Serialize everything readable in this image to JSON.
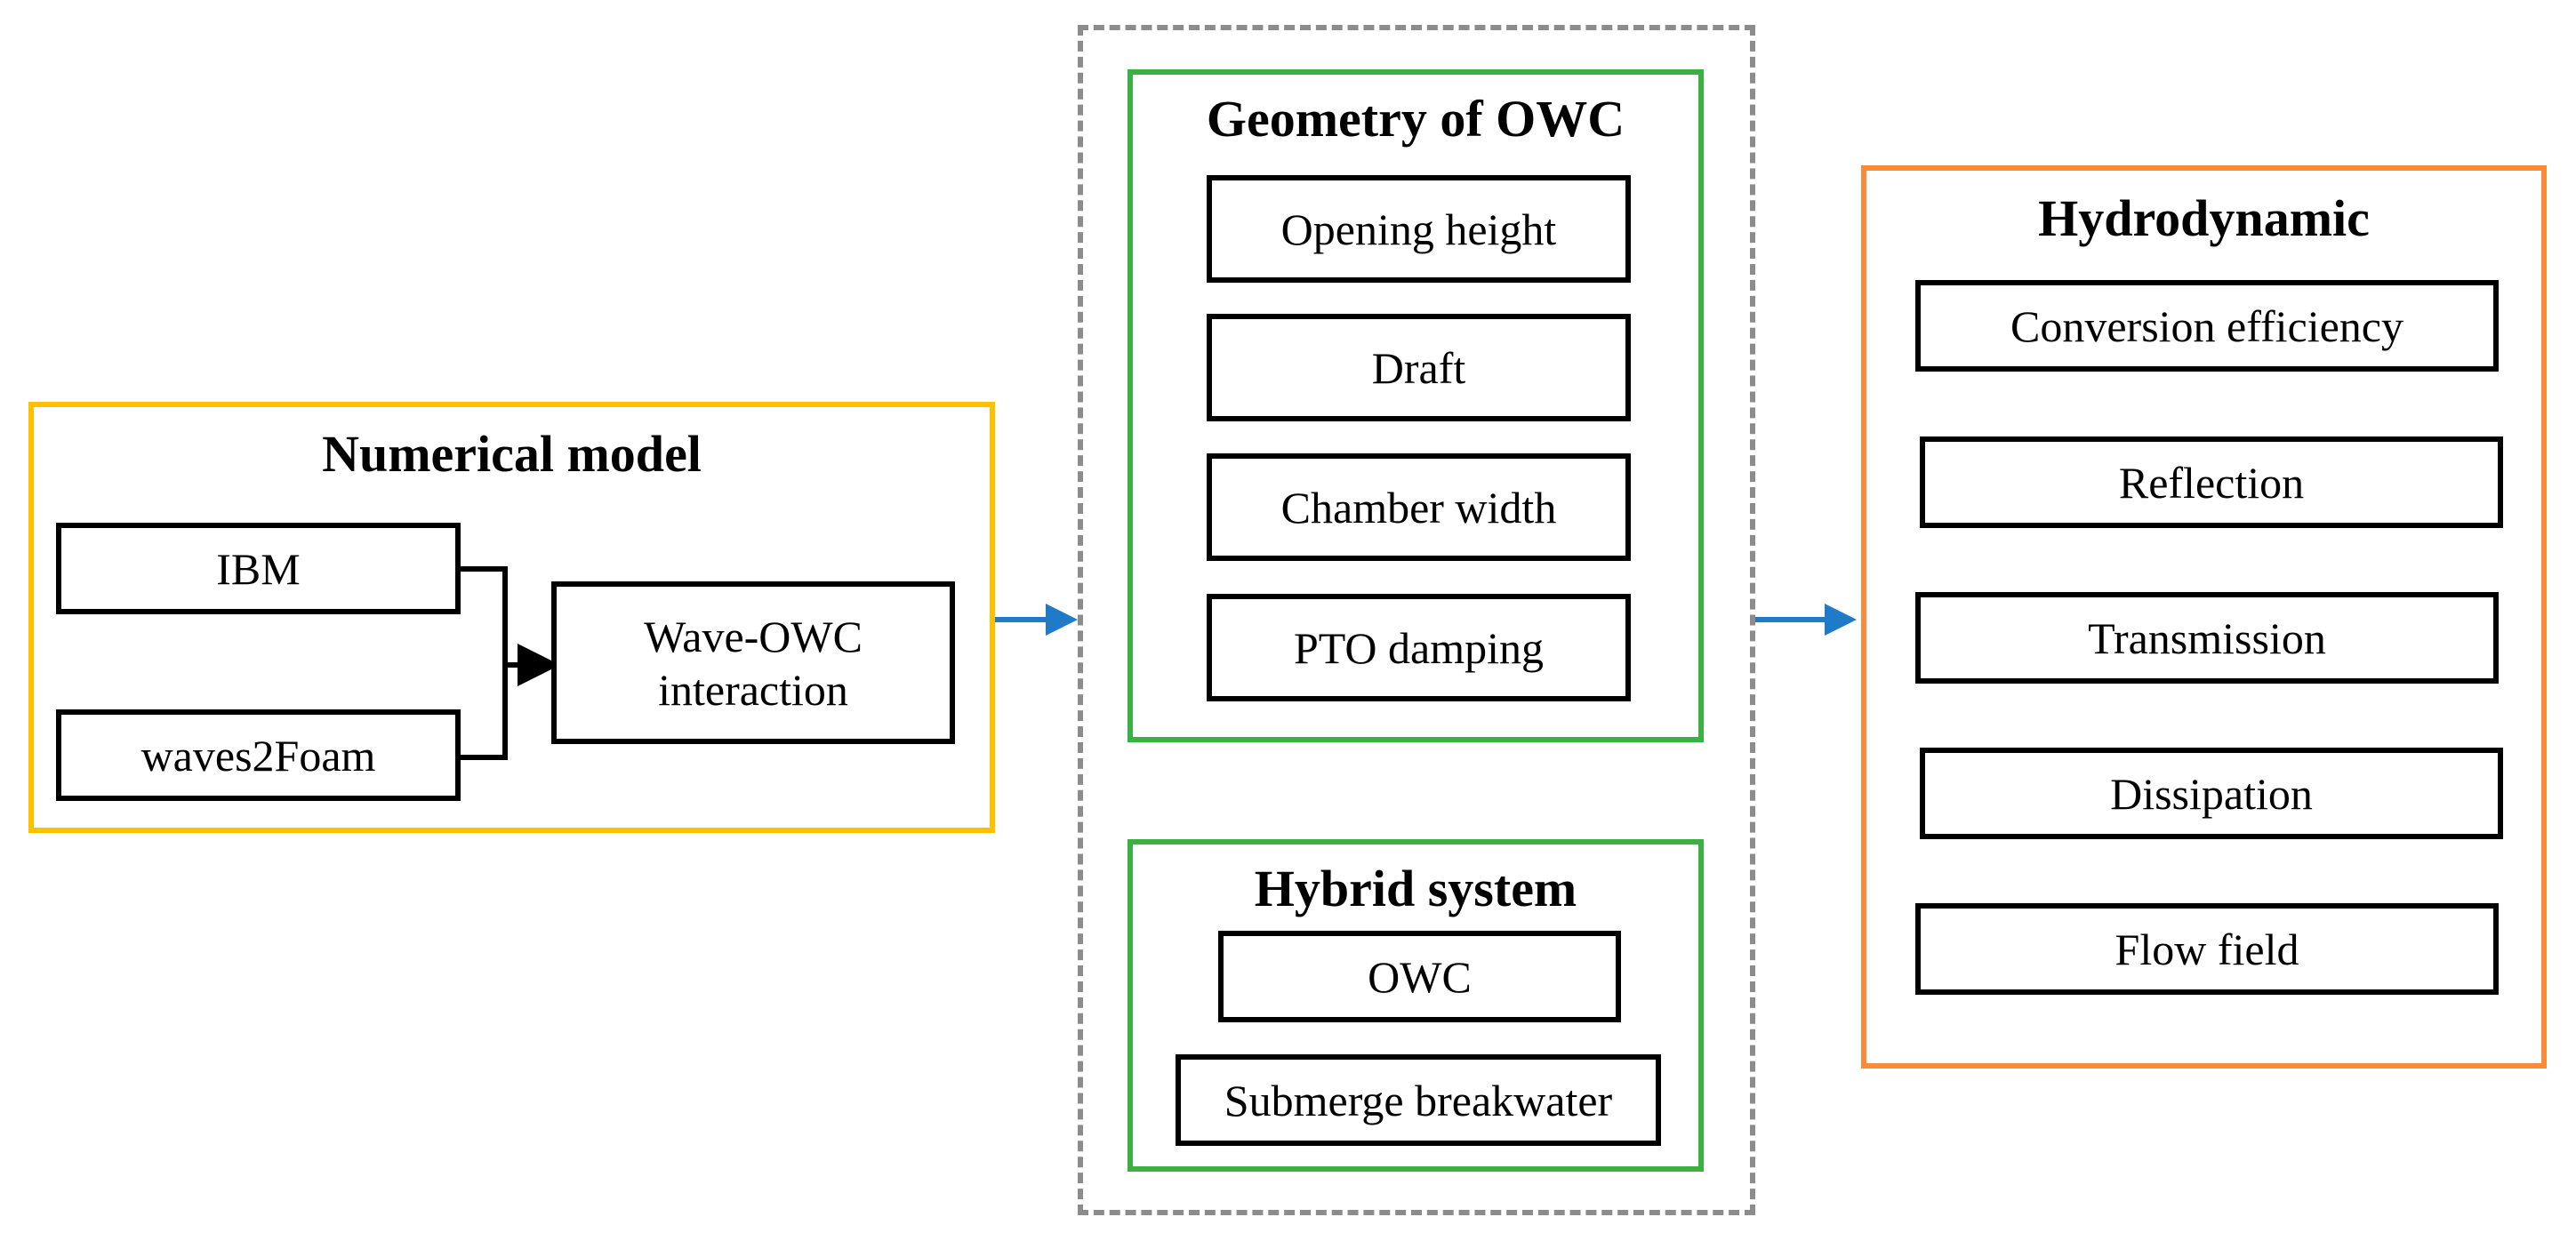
{
  "numerical_model": {
    "title": "Numerical model",
    "inputs": [
      "IBM",
      "waves2Foam"
    ],
    "output": "Wave-OWC interaction"
  },
  "geometry": {
    "title": "Geometry of OWC",
    "items": [
      "Opening height",
      "Draft",
      "Chamber width",
      "PTO damping"
    ]
  },
  "hybrid": {
    "title": "Hybrid system",
    "items": [
      "OWC",
      "Submerge breakwater"
    ]
  },
  "hydrodynamic": {
    "title": "Hydrodynamic",
    "items": [
      "Conversion efficiency",
      "Reflection",
      "Transmission",
      "Dissipation",
      "Flow field"
    ]
  },
  "colors": {
    "numerical_frame": "#FFC000",
    "parameter_frame": "#8C8C8C",
    "geometry_frame": "#3CB043",
    "hydrodynamic_frame": "#F98C3A",
    "arrow": "#1F7BC8"
  }
}
